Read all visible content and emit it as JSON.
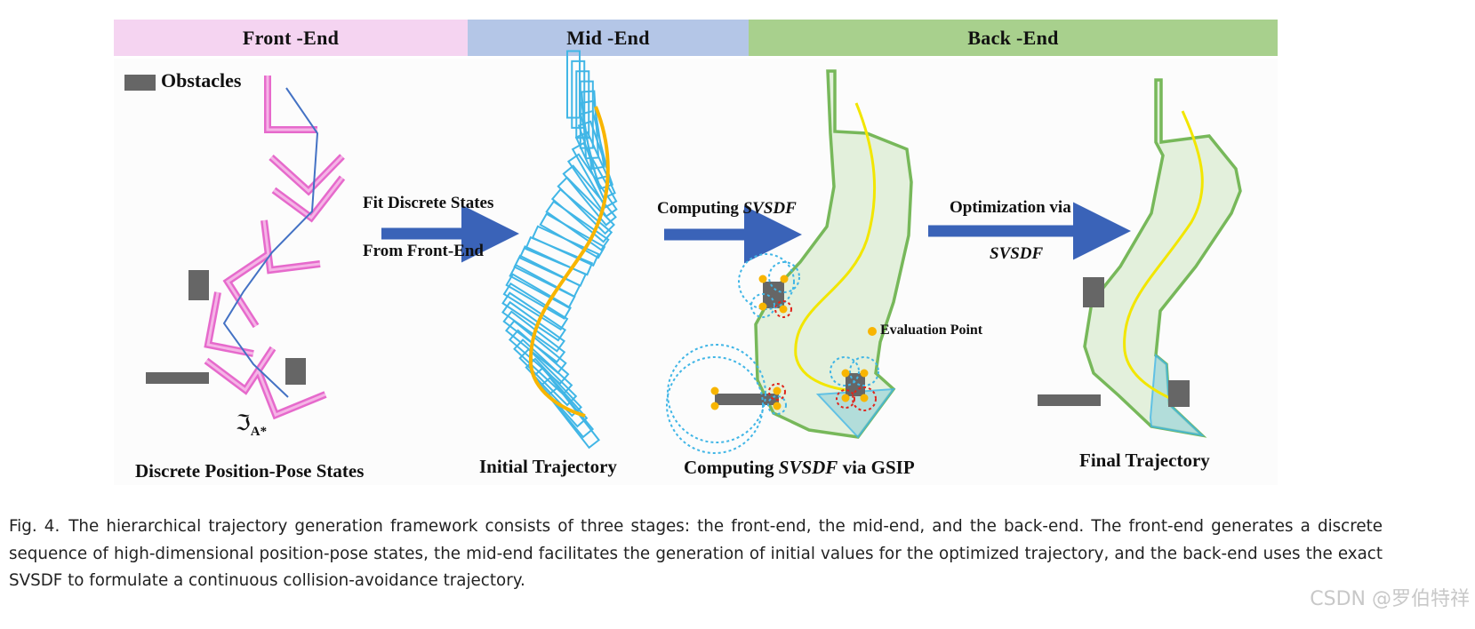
{
  "stages": {
    "front": "Front -End",
    "mid": "Mid -End",
    "back": "Back -End"
  },
  "legend": {
    "obstacles": "Obstacles",
    "evaluation_point": "Evaluation Point"
  },
  "front_end": {
    "math_label": "ℑ",
    "math_sub": "A*",
    "title": "Discrete Position-Pose States"
  },
  "arrows": {
    "fit_line1": "Fit Discrete States",
    "fit_line2": "From Front-End",
    "computing_prefix": "Computing ",
    "computing_em": "SVSDF",
    "optimization_line1": "Optimization via",
    "optimization_line2": "SVSDF"
  },
  "mid_end": {
    "title": "Initial Trajectory"
  },
  "back_end": {
    "gsip_prefix": "Computing ",
    "gsip_em": "SVSDF",
    "gsip_suffix": " via GSIP",
    "final_title": "Final Trajectory"
  },
  "caption": {
    "number": "Fig. 4.",
    "text": "The hierarchical trajectory generation framework consists of three stages: the front-end, the mid-end, and the back-end. The front-end generates a discrete sequence of high-dimensional position-pose states, the mid-end facilitates the generation of initial values for the optimized trajectory, and the back-end uses the exact SVSDF to formulate a continuous collision-avoidance trajectory."
  },
  "watermark": "CSDN @罗伯特祥",
  "colors": {
    "front_bar": "#f5d4f1",
    "mid_bar": "#b4c6e7",
    "back_bar": "#a8d08d",
    "obstacle": "#666666",
    "pose_pink": "#e45bc7",
    "pose_cyan": "#41b6e6",
    "trajectory_orange": "#f8b500",
    "trajectory_yellow": "#f2e600",
    "swept_fill": "#e3f0dc",
    "swept_stroke": "#77b85a",
    "arrow_blue": "#3a63b8"
  }
}
